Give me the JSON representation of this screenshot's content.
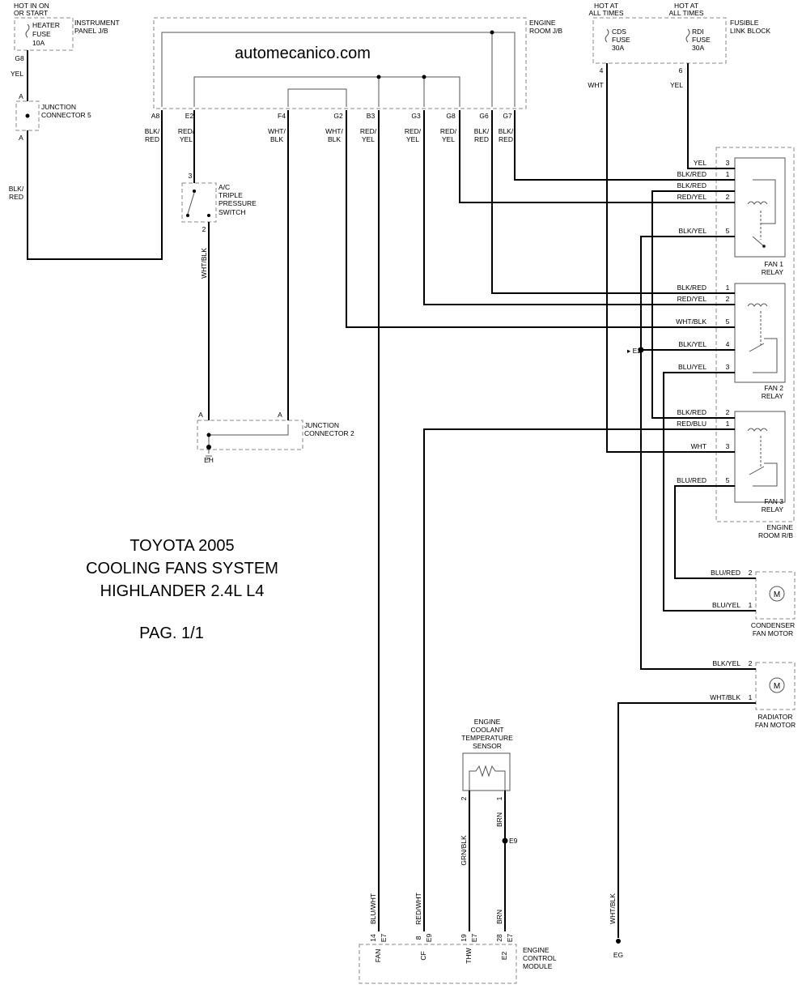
{
  "watermark": "automecanico.com",
  "title": {
    "line1": "TOYOTA 2005",
    "line2": "COOLING FANS SYSTEM",
    "line3": "HIGHLANDER 2.4L L4",
    "page": "PAG. 1/1"
  },
  "power": {
    "hot_in_on_1": "HOT IN ON",
    "hot_in_on_2": "OR START",
    "hot_at_1a": "HOT AT",
    "hot_at_1b": "ALL TIMES",
    "hot_at_2a": "HOT AT",
    "hot_at_2b": "ALL TIMES"
  },
  "fuses": {
    "heater": [
      "HEATER",
      "FUSE",
      "10A"
    ],
    "cds": [
      "CDS",
      "FUSE",
      "30A"
    ],
    "rdi": [
      "RDI",
      "FUSE",
      "30A"
    ]
  },
  "components": {
    "instrument_panel": [
      "INSTRUMENT",
      "PANEL J/B"
    ],
    "engine_room_jb": [
      "ENGINE",
      "ROOM J/B"
    ],
    "fusible_link": [
      "FUSIBLE",
      "LINK BLOCK"
    ],
    "junction5": [
      "JUNCTION",
      "CONNECTOR 5"
    ],
    "junction2": [
      "JUNCTION",
      "CONNECTOR 2"
    ],
    "ac_switch": [
      "A/C",
      "TRIPLE",
      "PRESSURE",
      "SWITCH"
    ],
    "fan1": [
      "FAN 1",
      "RELAY"
    ],
    "fan2": [
      "FAN 2",
      "RELAY"
    ],
    "fan3": [
      "FAN 3",
      "RELAY"
    ],
    "engine_room_rb": [
      "ENGINE",
      "ROOM R/B"
    ],
    "condenser": [
      "CONDENSER",
      "FAN MOTOR"
    ],
    "radiator": [
      "RADIATOR",
      "FAN MOTOR"
    ],
    "ect": [
      "ENGINE",
      "COOLANT",
      "TEMPERATURE",
      "SENSOR"
    ],
    "ecm": [
      "ENGINE",
      "CONTROL",
      "MODULE"
    ],
    "motor_symbol": "M"
  },
  "pins": {
    "g8_ipjb": "G8",
    "a_top": "A",
    "a_bot": "A",
    "a8": "A8",
    "e2": "E2",
    "f4": "F4",
    "g2": "G2",
    "b3": "B3",
    "g3": "G3",
    "g8": "G8",
    "g6": "G6",
    "g7": "G7",
    "p4": "4",
    "p6": "6",
    "ac3": "3",
    "ac2": "2",
    "j2a1": "A",
    "j2a2": "A",
    "eh": "EH",
    "e2g": "E2",
    "e9": "E9",
    "eg": "EG",
    "r1": [
      "3",
      "1",
      "2",
      "5"
    ],
    "r2": [
      "1",
      "2",
      "5",
      "4",
      "3"
    ],
    "r3": [
      "2",
      "1",
      "3",
      "5"
    ],
    "cond": [
      "2",
      "1"
    ],
    "rad": [
      "2",
      "1"
    ],
    "ect": [
      "2",
      "1"
    ],
    "ecm_num": [
      "14",
      "8",
      "19",
      "28"
    ],
    "ecm_conn": [
      "E7",
      "E9",
      "E7",
      "E7"
    ],
    "ecm_name": [
      "FAN",
      "CF",
      "THW",
      "E2"
    ]
  },
  "wires": {
    "yel_g8": "YEL",
    "blk_red_j5": [
      "BLK/",
      "RED"
    ],
    "ab8": [
      "BLK/",
      "RED"
    ],
    "ae2": [
      "RED/",
      "YEL"
    ],
    "af4": [
      "WHT/",
      "BLK"
    ],
    "ag2": [
      "WHT/",
      "BLK"
    ],
    "ab3": [
      "RED/",
      "YEL"
    ],
    "ag3": [
      "RED/",
      "YEL"
    ],
    "ag8": [
      "RED/",
      "YEL"
    ],
    "ag6": [
      "BLK/",
      "RED"
    ],
    "ag7": [
      "BLK/",
      "RED"
    ],
    "wht_cds": "WHT",
    "yel_rdi": "YEL",
    "wht_blk_vert": "WHT/BLK",
    "r1": [
      "YEL",
      "BLK/RED",
      "BLK/RED",
      "RED/YEL",
      "BLK/YEL"
    ],
    "r2": [
      "BLK/RED",
      "RED/YEL",
      "WHT/BLK",
      "BLK/YEL",
      "BLU/YEL"
    ],
    "r3": [
      "BLK/RED",
      "RED/BLU",
      "WHT",
      "BLU/RED"
    ],
    "cond": [
      "BLU/RED",
      "BLU/YEL"
    ],
    "rad": [
      "BLK/YEL",
      "WHT/BLK"
    ],
    "ecm": [
      "BLU/WHT",
      "RED/WHT",
      "GRN/BLK",
      "BRN"
    ],
    "brn_top": "BRN",
    "gnd_eg": "WHT/BLK"
  }
}
